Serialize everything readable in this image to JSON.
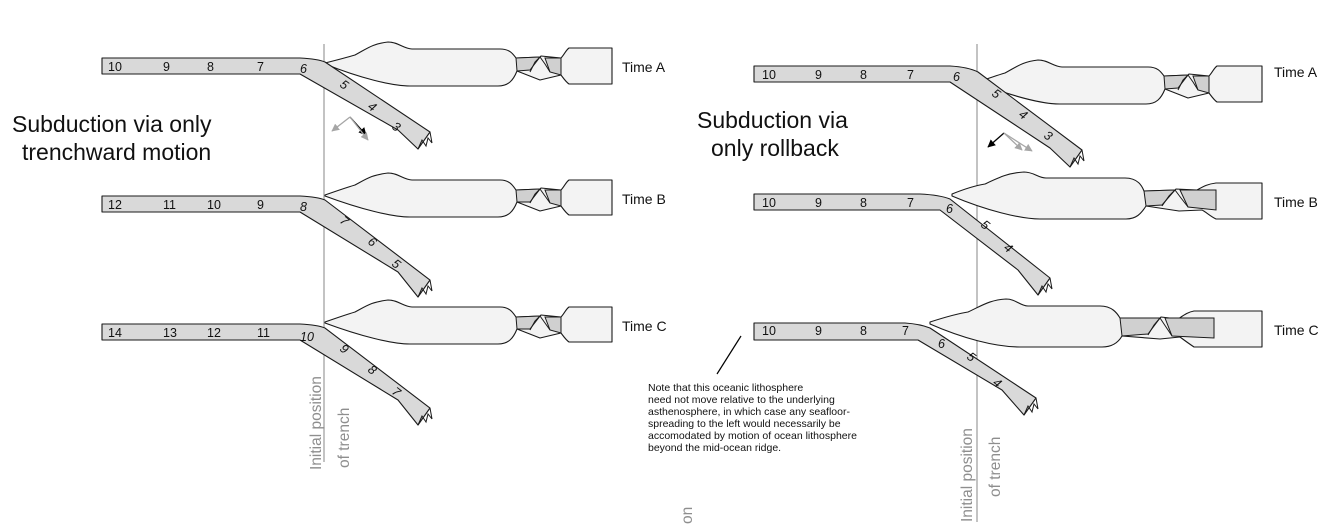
{
  "left_panel": {
    "title_line1": "Subduction via only",
    "title_line2": "trenchward motion",
    "trench_label_line1": "Initial position",
    "trench_label_line2": "of trench",
    "time_a": {
      "label": "Time A",
      "flat_numbers": [
        "10",
        "9",
        "8",
        "7"
      ],
      "hinge_number": "6",
      "slab_numbers": [
        "5",
        "4",
        "3"
      ]
    },
    "time_b": {
      "label": "Time B",
      "flat_numbers": [
        "12",
        "11",
        "10",
        "9"
      ],
      "hinge_number": "8",
      "slab_numbers": [
        "7",
        "6",
        "5"
      ]
    },
    "time_c": {
      "label": "Time C",
      "flat_numbers": [
        "14",
        "13",
        "12",
        "11"
      ],
      "hinge_number": "10",
      "slab_numbers": [
        "9",
        "8",
        "7"
      ]
    }
  },
  "right_panel": {
    "title_line1": "Subduction via",
    "title_line2": "only rollback",
    "trench_label_line1": "Initial position",
    "trench_label_line2": "of trench",
    "time_a": {
      "label": "Time A",
      "flat_numbers": [
        "10",
        "9",
        "8",
        "7"
      ],
      "hinge_number": "6",
      "slab_numbers": [
        "5",
        "4",
        "3"
      ]
    },
    "time_b": {
      "label": "Time B",
      "flat_numbers": [
        "10",
        "9",
        "8",
        "7"
      ],
      "hinge_number": "6",
      "slab_numbers": [
        "5",
        "4"
      ]
    },
    "time_c": {
      "label": "Time C",
      "flat_numbers": [
        "10",
        "9",
        "8",
        "7"
      ],
      "hinge_number": "6",
      "slab_numbers": [
        "5",
        "4"
      ]
    },
    "note_lines": [
      "Note that this oceanic lithosphere",
      "need not move relative to the underlying",
      "asthenosphere, in which case any seafloor-",
      "spreading to the left would necessarily be",
      "accomodated by motion of ocean lithosphere",
      "beyond the mid-ocean ridge."
    ]
  },
  "cropped_text": "on",
  "colors": {
    "oceanic_plate": "#d9d9d9",
    "continent": "#f3f3f3",
    "trench_line": "#9b9b9b",
    "arrow_dark": "#000000",
    "arrow_light": "#a6a6a6"
  }
}
